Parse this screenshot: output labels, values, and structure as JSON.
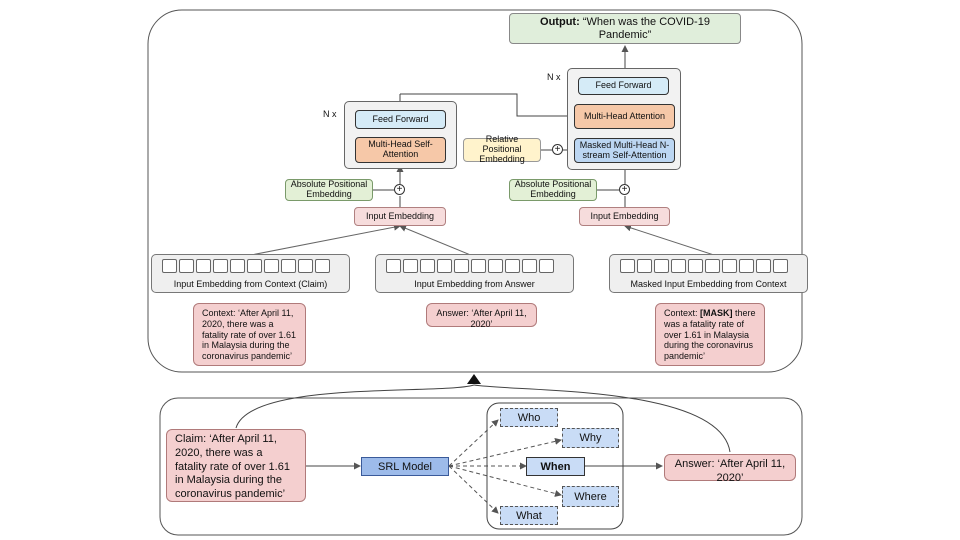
{
  "output": {
    "label": "Output:",
    "text": "“When was the COVID-19 Pandemic”"
  },
  "encoder": {
    "nx": "N x",
    "feed_forward": "Feed Forward",
    "attention": "Multi-Head Self-Attention",
    "positional": "Absolute Positional Embedding",
    "input_embedding": "Input Embedding"
  },
  "decoder": {
    "nx": "N x",
    "feed_forward": "Feed Forward",
    "attention": "Multi-Head Attention",
    "masked_attention": "Masked Multi-Head N-stream Self-Attention",
    "relative_positional": "Relative Positional Embedding",
    "positional": "Absolute Positional Embedding",
    "input_embedding": "Input Embedding"
  },
  "embeddings": {
    "context": "Input Embedding from Context (Claim)",
    "answer": "Input Embedding from Answer",
    "masked": "Masked Input Embedding from Context"
  },
  "notes": {
    "context": "Context: ‘After April 11, 2020, there was a fatality rate of over 1.61 in Malaysia during the coronavirus pandemic’",
    "answer": "Answer: ‘After April 11, 2020’",
    "masked_prefix": "Context: ",
    "masked_token": "[MASK]",
    "masked_rest": " there was a fatality rate of over 1.61 in Malaysia during the coronavirus pandemic’"
  },
  "pipeline": {
    "claim": "Claim:  ‘After April 11, 2020, there was a fatality rate of over 1.61 in Malaysia during the coronavirus pandemic’",
    "srl": "SRL Model",
    "who": "Who",
    "why": "Why",
    "when": "When",
    "where": "Where",
    "what": "What",
    "answer": "Answer: ‘After April 11, 2020’"
  },
  "colors": {
    "feed_forward": "#d5ebf7",
    "attention": "#f6c8a8",
    "masked_attention": "#bcd6f2",
    "positional": "#e3f0d6",
    "relative_positional": "#fff3cc",
    "input_embedding": "#f6dcdc",
    "notes": "#f4cfcf",
    "srl": "#9dbbea",
    "wh": "#c9dcf6"
  }
}
